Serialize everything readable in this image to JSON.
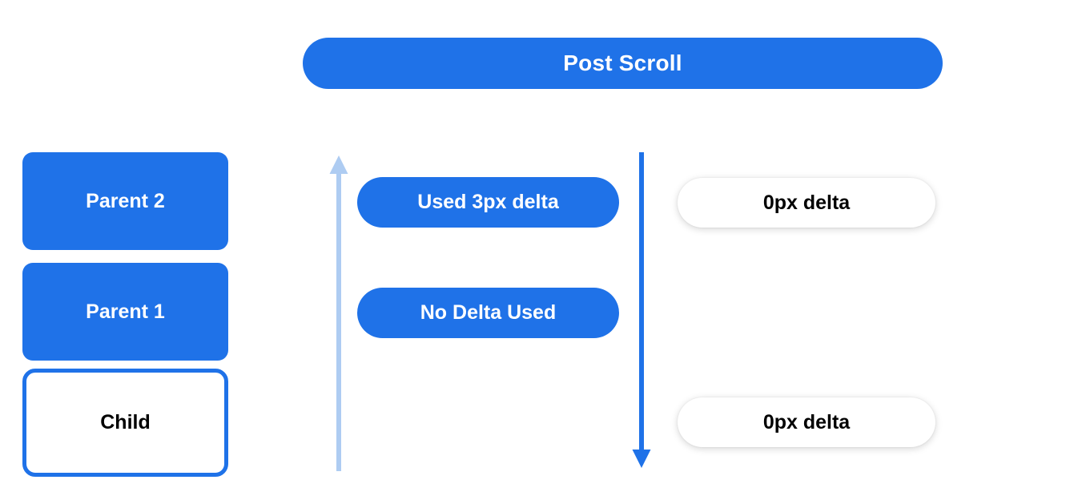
{
  "diagram": {
    "title": "Post Scroll",
    "background_color": "#ffffff",
    "accent_color": "#1f72e8",
    "muted_accent_color": "#aeccf2"
  },
  "header": {
    "label": "Post Scroll"
  },
  "stack": {
    "boxes": [
      {
        "label": "Parent 2",
        "style": "filled"
      },
      {
        "label": "Parent 1",
        "style": "filled"
      },
      {
        "label": "Child",
        "style": "outlined"
      }
    ]
  },
  "arrows": [
    {
      "name": "scroll-up-arrow",
      "direction": "up",
      "color": "#aeccf2"
    },
    {
      "name": "scroll-down-arrow",
      "direction": "down",
      "color": "#1f72e8"
    }
  ],
  "delta_column": {
    "items": [
      {
        "label": "Used 3px delta",
        "style": "blue"
      },
      {
        "label": "No Delta Used",
        "style": "blue"
      }
    ]
  },
  "result_column": {
    "items": [
      {
        "label": "0px delta",
        "style": "white"
      },
      {
        "label": "0px delta",
        "style": "white"
      }
    ]
  }
}
